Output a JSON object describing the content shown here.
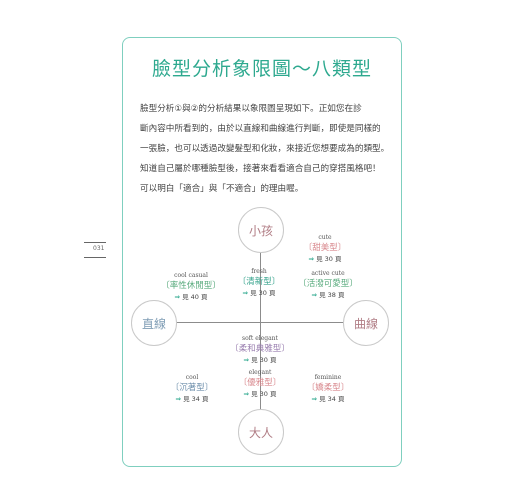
{
  "title": "臉型分析象限圖～八類型",
  "intro_lines": [
    "臉型分析①與②的分析結果以象限圖呈現如下。正如您在診",
    "斷內容中所看到的，由於以直線和曲線進行判斷，即使是同樣的",
    "一張臉，也可以透過改變髮型和化妝，來接近您想要成為的類型。",
    "知道自己屬於哪種臉型後，接著來看看適合自己的穿搭風格吧！",
    "可以明白「適合」與「不適合」的理由喔。"
  ],
  "page_number": "031",
  "axes": {
    "top": "小孩",
    "bottom": "大人",
    "left": "直線",
    "right": "曲線"
  },
  "types": [
    {
      "id": "cute",
      "en": "cute",
      "jp": "〔甜美型〕",
      "ref": "見 30 頁"
    },
    {
      "id": "cool-casual",
      "en": "cool casual",
      "jp": "〔率性休閒型〕",
      "ref": "見 40 頁"
    },
    {
      "id": "fresh",
      "en": "fresh",
      "jp": "〔清新型〕",
      "ref": "見 30 頁"
    },
    {
      "id": "active-cute",
      "en": "active cute",
      "jp": "〔活潑可愛型〕",
      "ref": "見 38 頁"
    },
    {
      "id": "soft-elegant",
      "en": "soft elegant",
      "jp": "〔柔和典雅型〕",
      "ref": "見 30 頁"
    },
    {
      "id": "cool",
      "en": "cool",
      "jp": "〔沉著型〕",
      "ref": "見 34 頁"
    },
    {
      "id": "elegant",
      "en": "elegant",
      "jp": "〔優雅型〕",
      "ref": "見 30 頁"
    },
    {
      "id": "feminine",
      "en": "feminine",
      "jp": "〔嬌柔型〕",
      "ref": "見 34 頁"
    }
  ],
  "arrow_glyph": "⇒",
  "colors": {
    "accent": "#2ea98f",
    "frame": "#7fcfbf",
    "pink": "#d98a8f",
    "green": "#5aab7e",
    "blue": "#6f90ac",
    "purple": "#9a7fb0"
  }
}
